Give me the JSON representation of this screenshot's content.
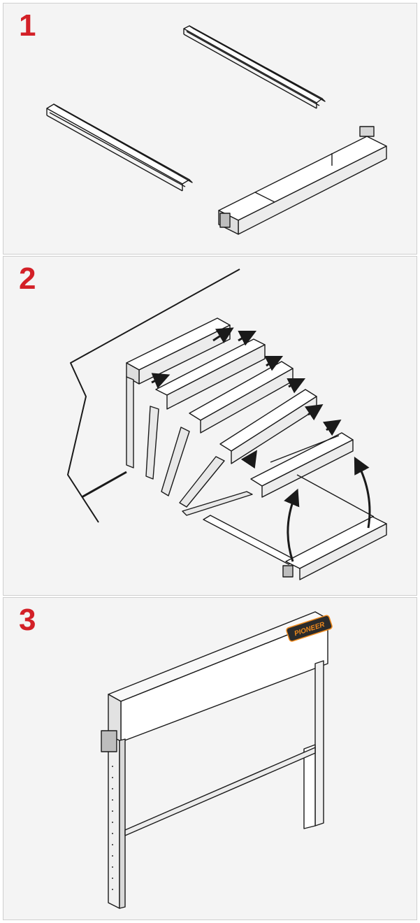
{
  "colors": {
    "step_number": "#d32027",
    "line": "#1a1a1a",
    "panel_bg": "#f4f4f4",
    "logo_bg": "#2b2b2b",
    "logo_text": "#f08a1c"
  },
  "steps": [
    {
      "number": "1"
    },
    {
      "number": "2"
    },
    {
      "number": "3"
    }
  ],
  "logo": {
    "text": "PIONEER"
  }
}
